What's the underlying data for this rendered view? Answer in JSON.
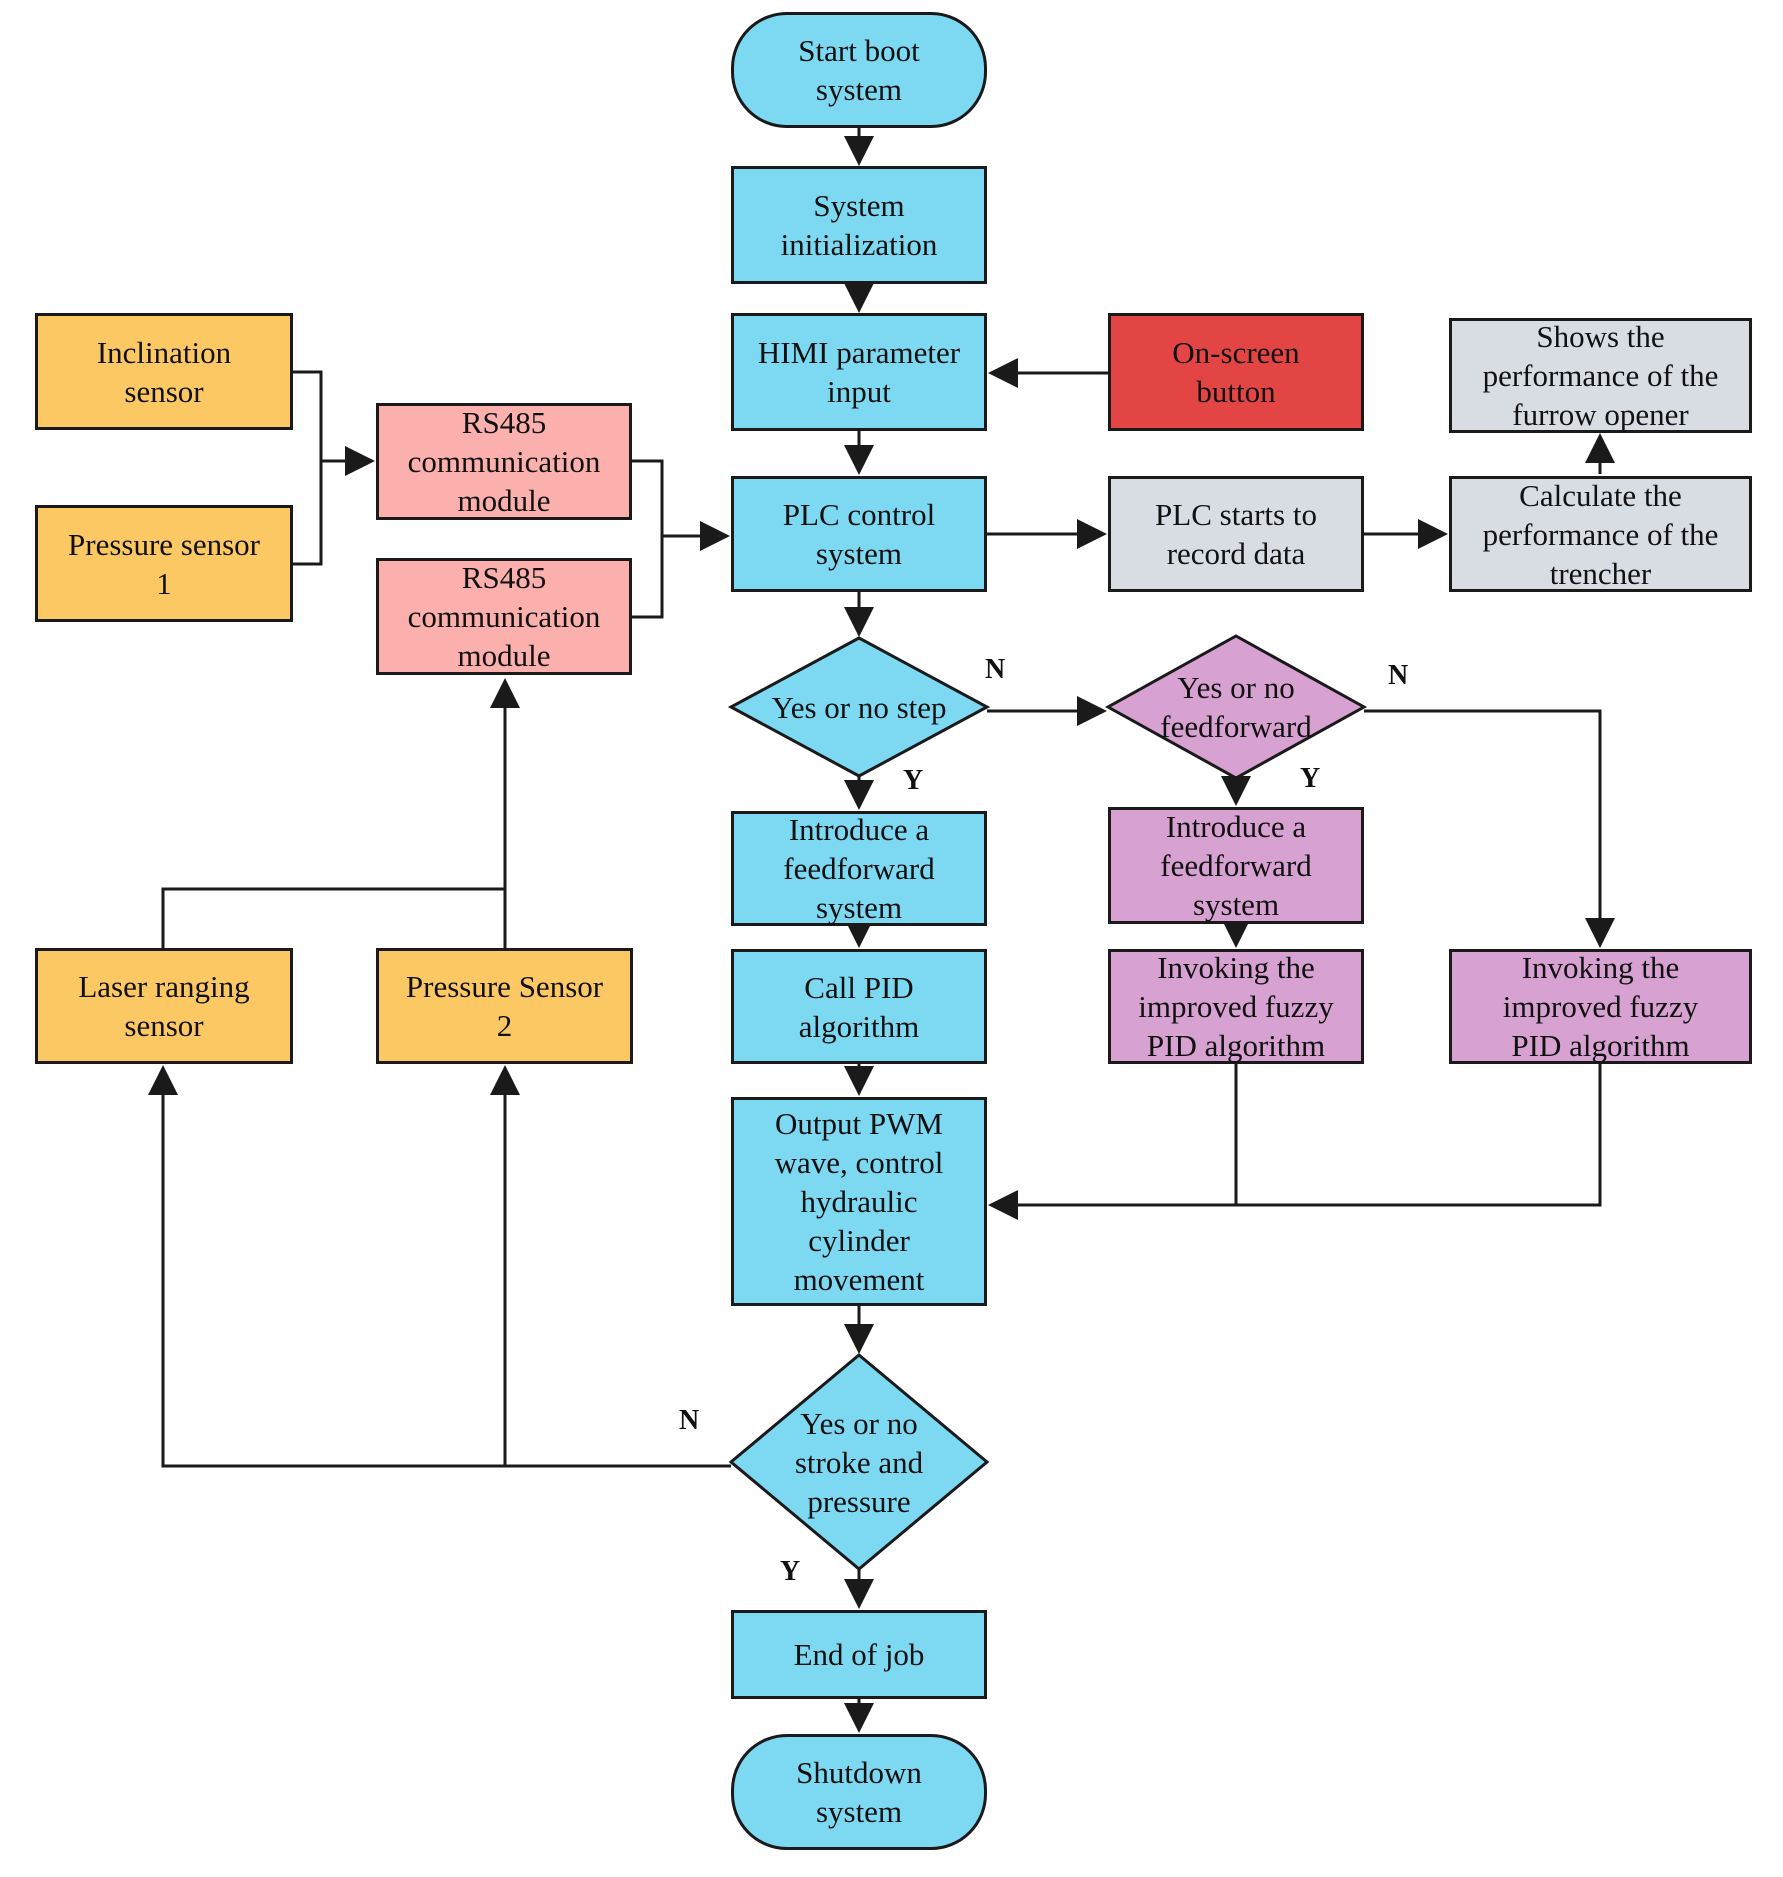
{
  "colors": {
    "main_flow": "#7dd8f2",
    "sensor": "#fbc864",
    "comm_module": "#fbb0ae",
    "onscreen_button": "#e34545",
    "data_record": "#d8dde4",
    "fuzzy_branch": "#d7a2d2",
    "stroke": "#1a1a1a"
  },
  "nodes": {
    "start": "Start boot\nsystem",
    "init": "System\ninitialization",
    "himi": "HIMI parameter\ninput",
    "onscreen": "On-screen\nbutton",
    "shows": "Shows the\nperformance of the\nfurrow opener",
    "inclination": "Inclination\nsensor",
    "pressure1": "Pressure sensor\n1",
    "rs485a": "RS485\ncommunication\nmodule",
    "rs485b": "RS485\ncommunication\nmodule",
    "plc": "PLC control\nsystem",
    "plcrec": "PLC starts to\nrecord data",
    "calc": "Calculate the\nperformance of the\ntrencher",
    "step": "Yes or no step",
    "ff_dec": "Yes or no\nfeedforward",
    "intro1": "Introduce a\nfeedforward\nsystem",
    "intro2": "Introduce a\nfeedforward\nsystem",
    "laser": "Laser ranging\nsensor",
    "pressure2": "Pressure Sensor\n2",
    "callpid": "Call PID\nalgorithm",
    "fuzzy1": "Invoking the\nimproved fuzzy\nPID algorithm",
    "fuzzy2": "Invoking the\nimproved fuzzy\nPID algorithm",
    "pwm": "Output PWM\nwave, control\nhydraulic\ncylinder\nmovement",
    "stroke": "Yes or no\nstroke and\npressure",
    "endjob": "End of job",
    "shutdown": "Shutdown\nsystem"
  },
  "branch_labels": {
    "step_no": "N",
    "step_yes": "Y",
    "ff_no": "N",
    "ff_yes": "Y",
    "stroke_no": "N",
    "stroke_yes": "Y"
  }
}
